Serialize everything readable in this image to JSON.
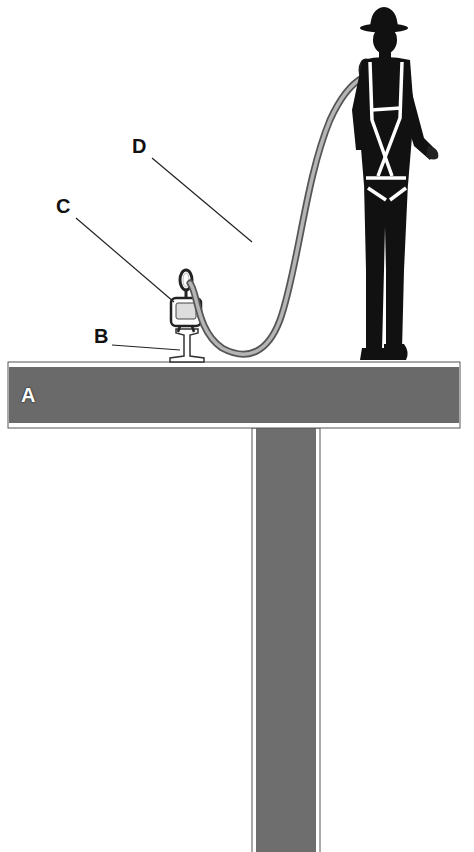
{
  "diagram": {
    "nodes": [
      {
        "text": [
          "A"
        ]
      }
    ],
    "labels": [
      "B",
      "C",
      "D"
    ]
  }
}
